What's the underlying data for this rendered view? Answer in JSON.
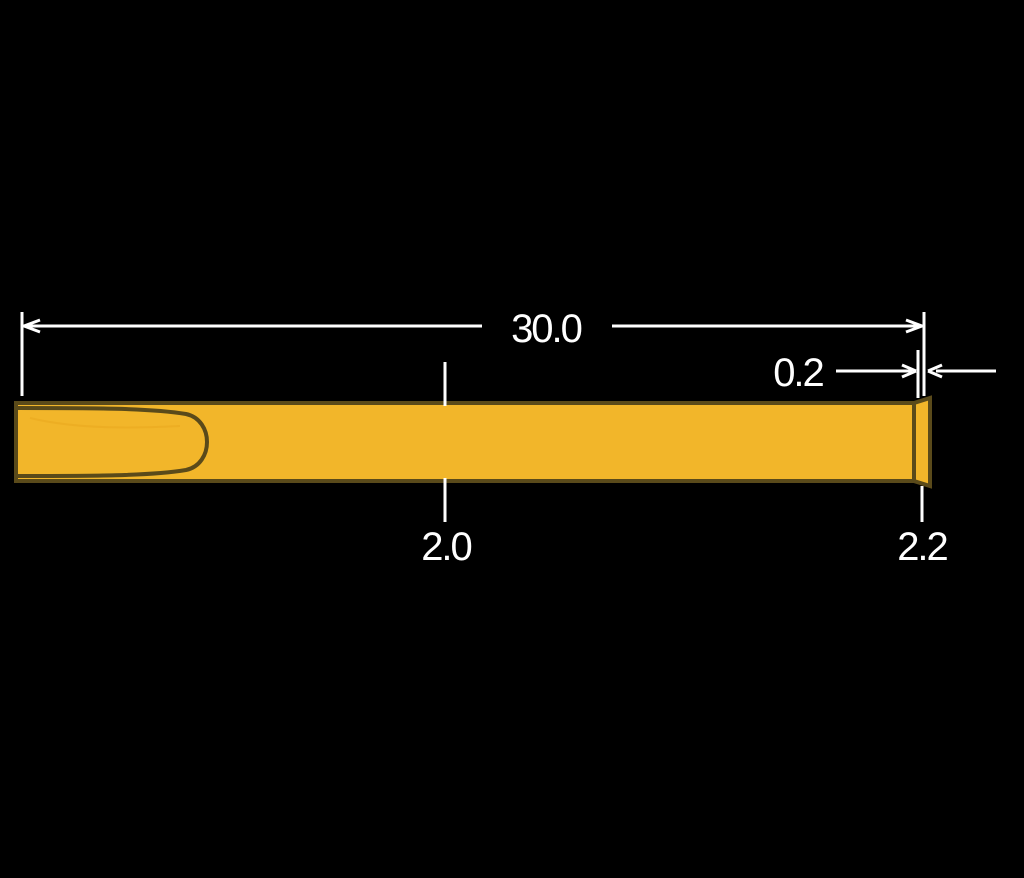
{
  "drawing": {
    "background_color": "#000000",
    "line_color": "#ffffff",
    "pin_fill_color": "#f2b62a",
    "pin_outline_color": "#5a4a1a",
    "dimensions": {
      "overall_length": "30.0",
      "head_thickness": "0.2",
      "shaft_diameter": "2.0",
      "head_diameter": "2.2"
    }
  }
}
